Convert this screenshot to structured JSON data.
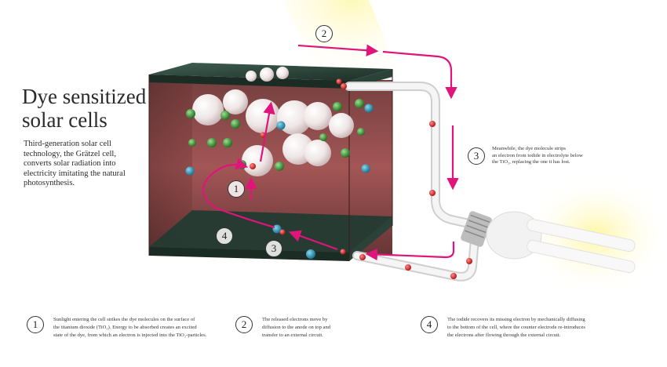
{
  "title": {
    "line1": "Dye sensitized",
    "line2": "solar cells"
  },
  "intro": {
    "lines": [
      "Third-generation solar cell",
      "technology, the Grätzel cell,",
      "converts solar radiation into",
      "electricity imitating the natural",
      "photosynthesis."
    ]
  },
  "markers": {
    "m1": "1",
    "m2": "2",
    "m3": "3",
    "m4": "4"
  },
  "step3_note": {
    "number": "3",
    "lines": [
      "Meanwhile, the dye molecule strips",
      "an electron from iodide in electrolyte below",
      "the TiO₂, replacing the one it has lost."
    ]
  },
  "steps": [
    {
      "number": "1",
      "lines": [
        "Sunlight entering the cell strikes the dye molecules on the surface of",
        "the titanium dioxide (TiO₂). Energy to be absorbed creates an excited",
        "state of the dye, from which an electron is injected into the TiO₂-particles."
      ]
    },
    {
      "number": "2",
      "lines": [
        "The released electrons move by",
        "diffusion to the anode on top and",
        "transfer to an external circuit."
      ]
    },
    {
      "number": "4",
      "lines": [
        "The iodide recovers its missing electron by mechanically diffusing",
        "to the bottom of the cell, where the counter electrode re-introduces",
        "the electrons after flowing through the external circuit."
      ]
    }
  ],
  "colors": {
    "arrow": "#e0147a",
    "electron": "#d41a1a",
    "dye": "#2e8a2a",
    "iodide": "#1f8fb0",
    "cell_inner": "#7a2a2a",
    "glass": "#233b31"
  }
}
